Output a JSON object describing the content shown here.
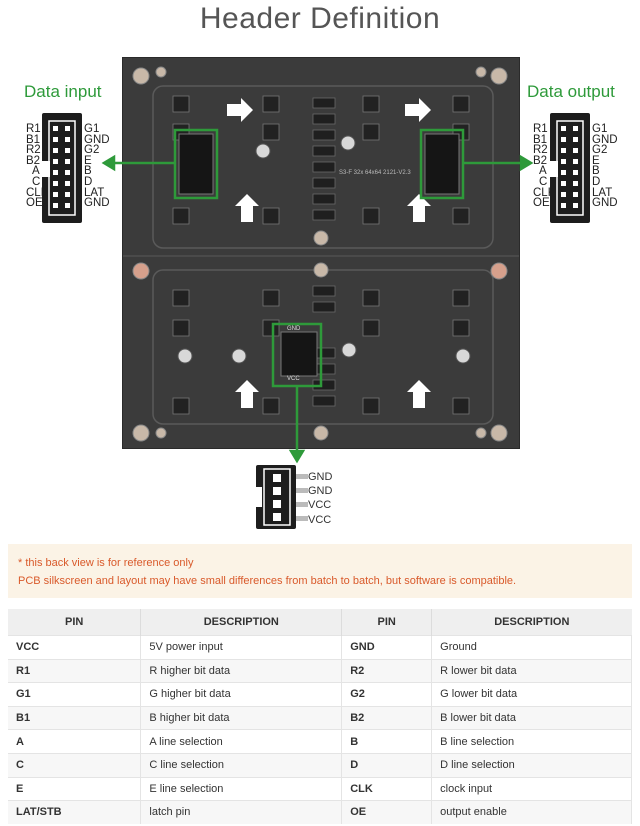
{
  "title": "Header Definition",
  "data_input": {
    "label": "Data input",
    "left_pins": [
      "R1",
      "B1",
      "R2",
      "B2",
      "A",
      "C",
      "CLK",
      "OE"
    ],
    "right_pins": [
      "G1",
      "GND",
      "G2",
      "E",
      "B",
      "D",
      "LAT",
      "GND"
    ]
  },
  "data_output": {
    "label": "Data output",
    "left_pins": [
      "R1",
      "B1",
      "R2",
      "B2",
      "A",
      "C",
      "CLK",
      "OE"
    ],
    "right_pins": [
      "G1",
      "GND",
      "G2",
      "E",
      "B",
      "D",
      "LAT",
      "GND"
    ]
  },
  "power": {
    "pins": [
      "GND",
      "GND",
      "VCC",
      "VCC"
    ],
    "board_label_top": "GND",
    "board_label_bottom": "VCC"
  },
  "board": {
    "silkscreen": "S3-F  32x 64x64  2121-V2.3"
  },
  "note": {
    "line1": "* this back view is for reference only",
    "line2": "PCB silkscreen and layout may have small differences from batch to batch, but software is compatible."
  },
  "table": {
    "headers": [
      "PIN",
      "DESCRIPTION",
      "PIN",
      "DESCRIPTION"
    ],
    "rows": [
      [
        "VCC",
        "5V power input",
        "GND",
        "Ground"
      ],
      [
        "R1",
        "R higher bit data",
        "R2",
        "R lower bit data"
      ],
      [
        "G1",
        "G higher bit data",
        "G2",
        "G lower bit data"
      ],
      [
        "B1",
        "B higher bit data",
        "B2",
        "B lower bit data"
      ],
      [
        "A",
        "A line selection",
        "B",
        "B line selection"
      ],
      [
        "C",
        "C line selection",
        "D",
        "D line selection"
      ],
      [
        "E",
        "E line selection",
        "CLK",
        "clock input"
      ],
      [
        "LAT/STB",
        "latch pin",
        "OE",
        "output enable"
      ]
    ]
  },
  "colors": {
    "accent_green": "#2e9a3a",
    "pcb": "#3b3b3b",
    "note_text": "#d95a2b",
    "note_bg": "#fbf3e6"
  }
}
